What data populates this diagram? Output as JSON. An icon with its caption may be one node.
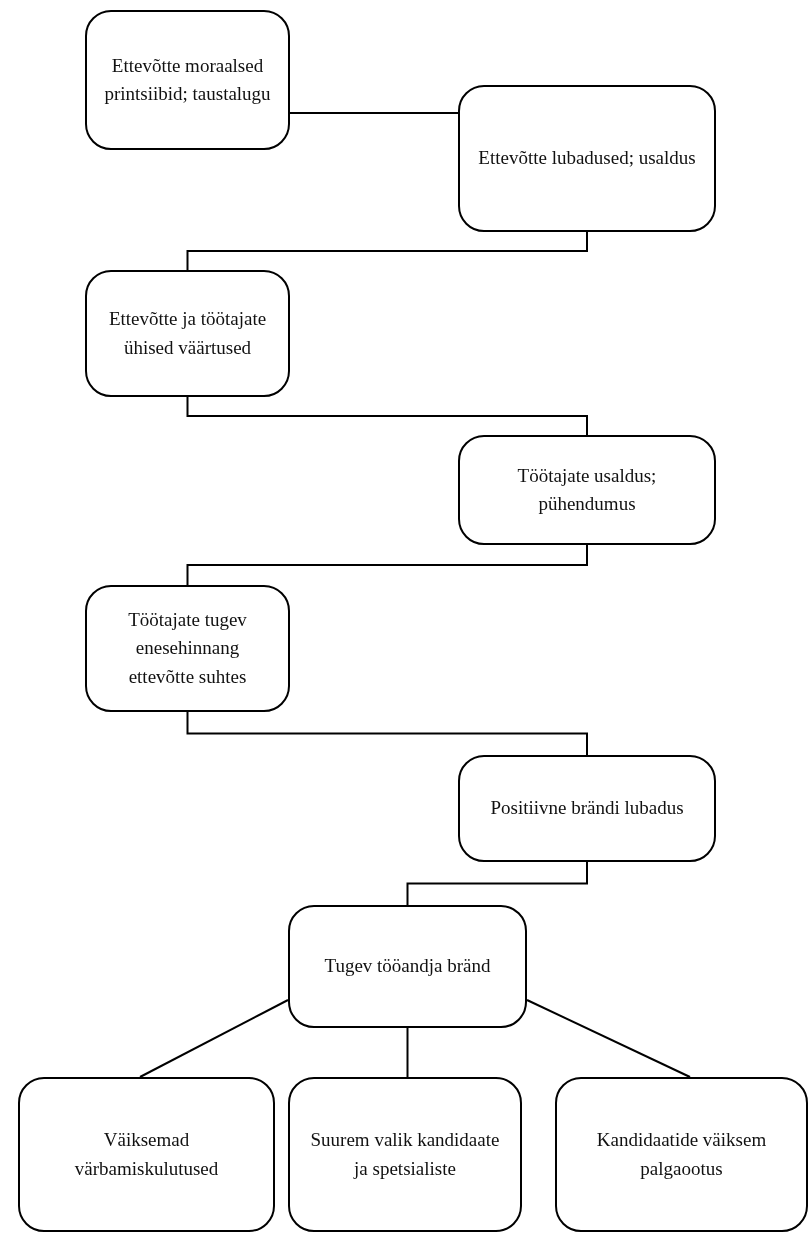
{
  "diagram": {
    "nodes": [
      {
        "text": [
          "Ettevõtte moraalsed printsiibid; taustalugu"
        ]
      },
      {
        "text": [
          "Ettevõtte lubadused; usaldus"
        ]
      },
      {
        "text": [
          "Ettevõtte ja töötajate ühised väärtused"
        ]
      },
      {
        "text": [
          "Töötajate usaldus; pühendumus"
        ]
      },
      {
        "text": [
          "Töötajate tugev enesehinnang ettevõtte suhtes"
        ]
      },
      {
        "text": [
          "Positiivne brändi lubadus"
        ]
      },
      {
        "text": [
          "Tugev tööandja bränd"
        ]
      },
      {
        "text": [
          "Väiksemad värbamiskulutused"
        ]
      },
      {
        "text": [
          "Suurem valik kandidaate ja spetsialiste"
        ]
      },
      {
        "text": [
          "Kandidaatide väiksem palgaootus"
        ]
      }
    ],
    "edges": [
      {
        "from": 0,
        "to": 1,
        "arrow": "none"
      },
      {
        "from": 1,
        "to": 2,
        "arrow": "none"
      },
      {
        "from": 2,
        "to": 3,
        "arrow": "none"
      },
      {
        "from": 3,
        "to": 4,
        "arrow": "none"
      },
      {
        "from": 4,
        "to": 5,
        "arrow": "none"
      },
      {
        "from": 5,
        "to": 6,
        "arrow": "none"
      },
      {
        "from": 6,
        "to": 7,
        "arrow": "none"
      },
      {
        "from": 6,
        "to": 8,
        "arrow": "none"
      },
      {
        "from": 6,
        "to": 9,
        "arrow": "none"
      }
    ]
  }
}
